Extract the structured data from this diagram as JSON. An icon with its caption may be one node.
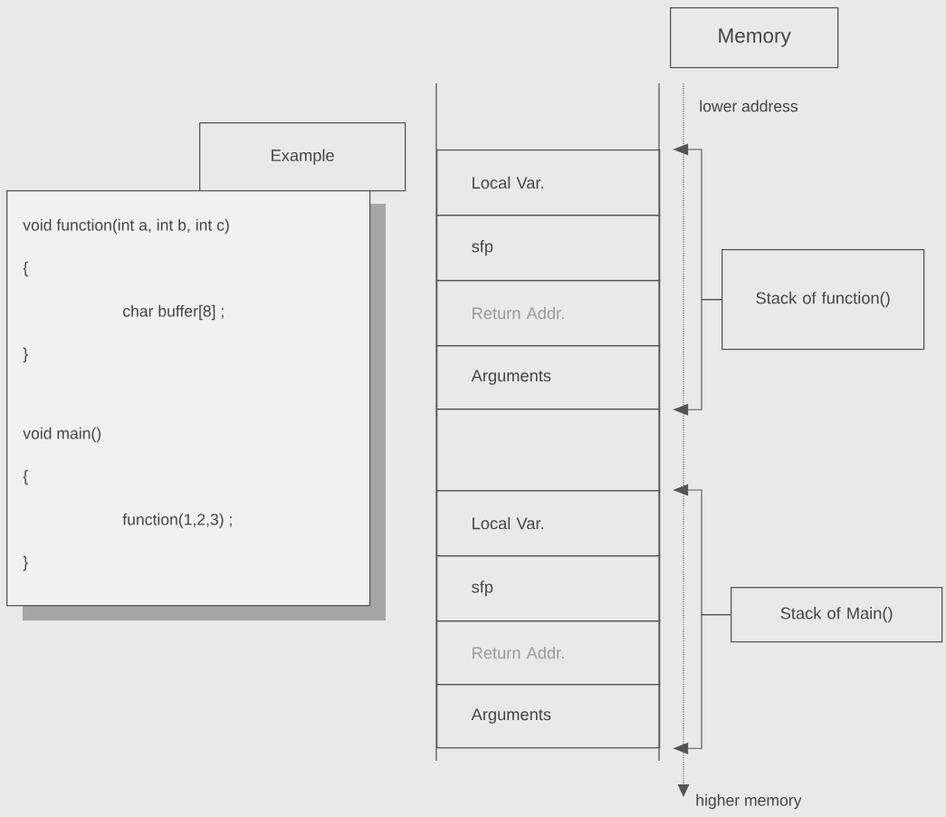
{
  "diagram": {
    "nodes": [
      {
        "text": [
          "Memory"
        ]
      },
      {
        "text": [
          "Example"
        ]
      },
      {
        "text": [
          "void function(int a, int b, int c)",
          "{",
          "char buffer[8] ;",
          "}",
          "void main()",
          "{",
          "function(1,2,3) ;",
          "}"
        ]
      },
      {
        "text": [
          "Local Var."
        ]
      },
      {
        "text": [
          "sfp"
        ]
      },
      {
        "text": [
          "Return Addr."
        ]
      },
      {
        "text": [
          "Arguments"
        ]
      },
      {
        "text": [],
        "shape": "box"
      },
      {
        "text": [
          "Local Var."
        ]
      },
      {
        "text": [
          "sfp"
        ]
      },
      {
        "text": [
          "Return Addr."
        ]
      },
      {
        "text": [
          "Arguments"
        ]
      },
      {
        "text": [
          "Stack of function()"
        ]
      },
      {
        "text": [
          "Stack of Main()"
        ]
      }
    ],
    "edges": [
      {
        "from": 12,
        "to": 3,
        "arrow": "to"
      },
      {
        "from": 12,
        "to": 6,
        "arrow": "to"
      },
      {
        "from": 13,
        "to": 8,
        "arrow": "to"
      },
      {
        "from": 13,
        "to": 11,
        "arrow": "to"
      }
    ],
    "labels": [
      "lower address",
      "higher memory"
    ]
  }
}
